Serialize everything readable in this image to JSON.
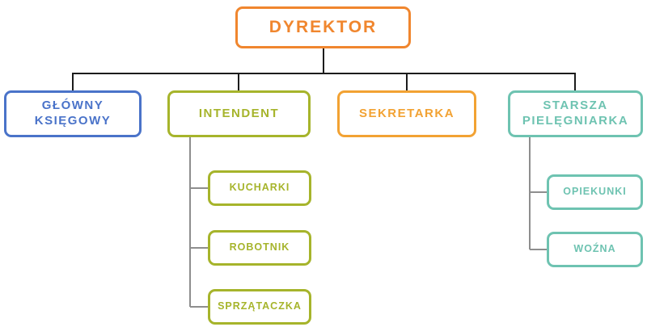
{
  "org": {
    "root": {
      "label": "DYREKTOR",
      "color": "#F0862E"
    },
    "departments": [
      {
        "label": "GŁÓWNY KSIĘGOWY",
        "color": "#4A73C9",
        "children": []
      },
      {
        "label": "INTENDENT",
        "color": "#A6B42B",
        "children": [
          {
            "label": "KUCHARKI"
          },
          {
            "label": "ROBOTNIK"
          },
          {
            "label": "SPRZĄTACZKA"
          }
        ]
      },
      {
        "label": "SEKRETARKA",
        "color": "#F2A233",
        "children": []
      },
      {
        "label": "STARSZA PIELĘGNIARKA",
        "color": "#6EC3B1",
        "children": [
          {
            "label": "OPIEKUNKI"
          },
          {
            "label": "WOŹNA"
          }
        ]
      }
    ]
  },
  "connectors": {
    "top_color": "#1c1c1c",
    "sub_color": "#8e8e8e"
  }
}
